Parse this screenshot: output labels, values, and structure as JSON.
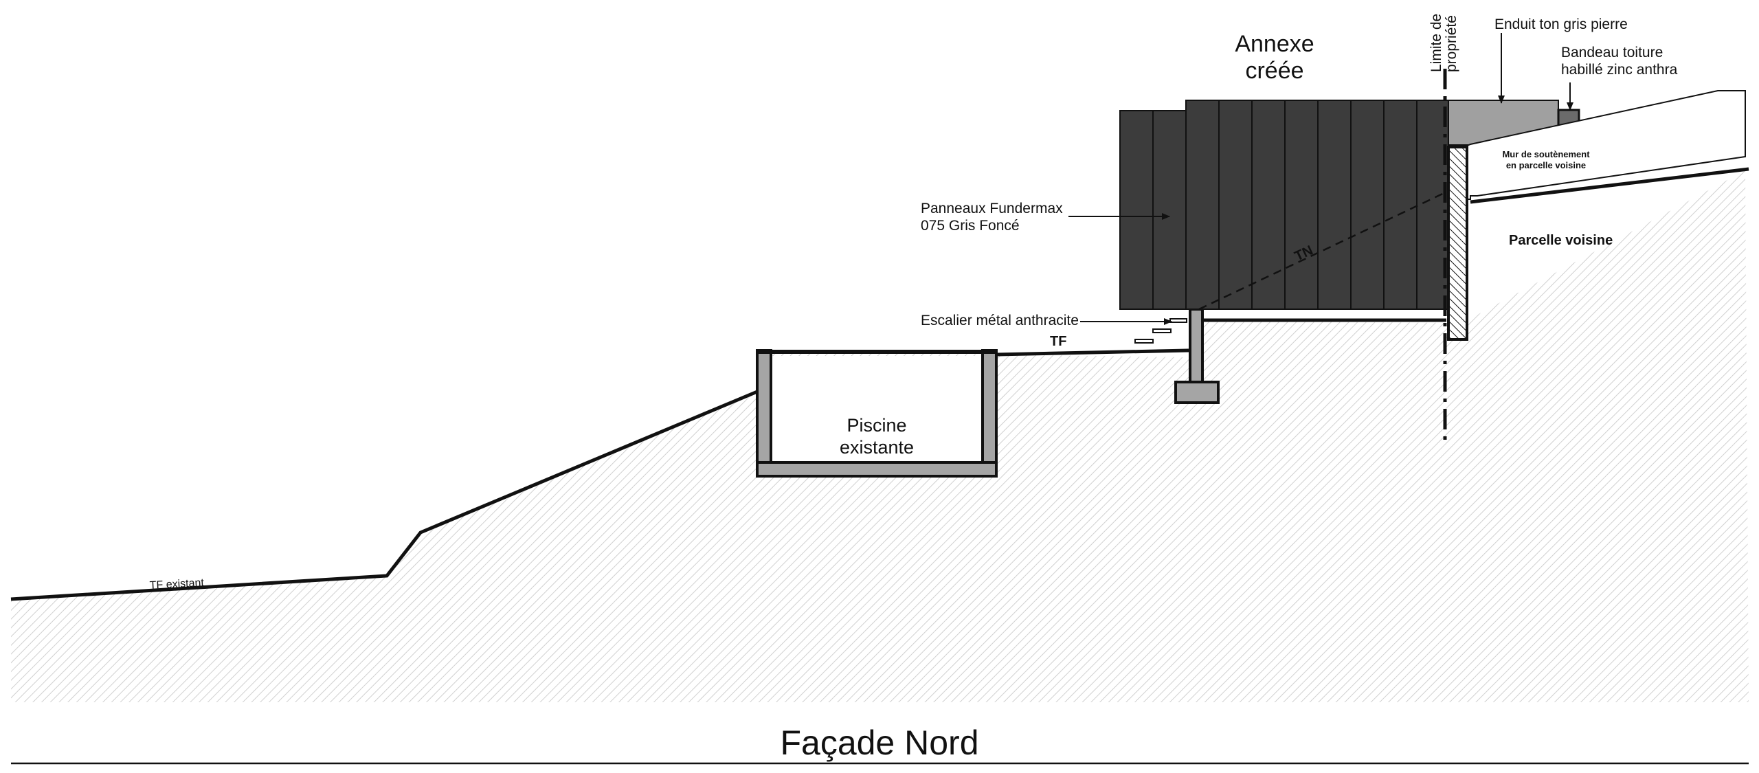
{
  "title": "Façade Nord",
  "labels": {
    "annexe_line1": "Annexe",
    "annexe_line2": "créée",
    "limite_line1": "Limite de",
    "limite_line2": "propriété",
    "enduit": "Enduit ton gris pierre",
    "bandeau_line1": "Bandeau toiture",
    "bandeau_line2": "habillé zinc anthra",
    "mur_line1": "Mur de soutènement",
    "mur_line2": "en parcelle voisine",
    "panneaux_line1": "Panneaux Fundermax",
    "panneaux_line2": "075 Gris Foncé",
    "tn": "TN",
    "parcelle": "Parcelle voisine",
    "escalier": "Escalier métal anthracite",
    "tf": "TF",
    "piscine_line1": "Piscine",
    "piscine_line2": "existante",
    "tf_existant": "TF existant"
  },
  "colors": {
    "panel": "#3c3c3c",
    "enduit": "#a0a0a0",
    "concrete": "#a5a5a5",
    "hatch": "#d6d6d6",
    "line": "#111111"
  }
}
